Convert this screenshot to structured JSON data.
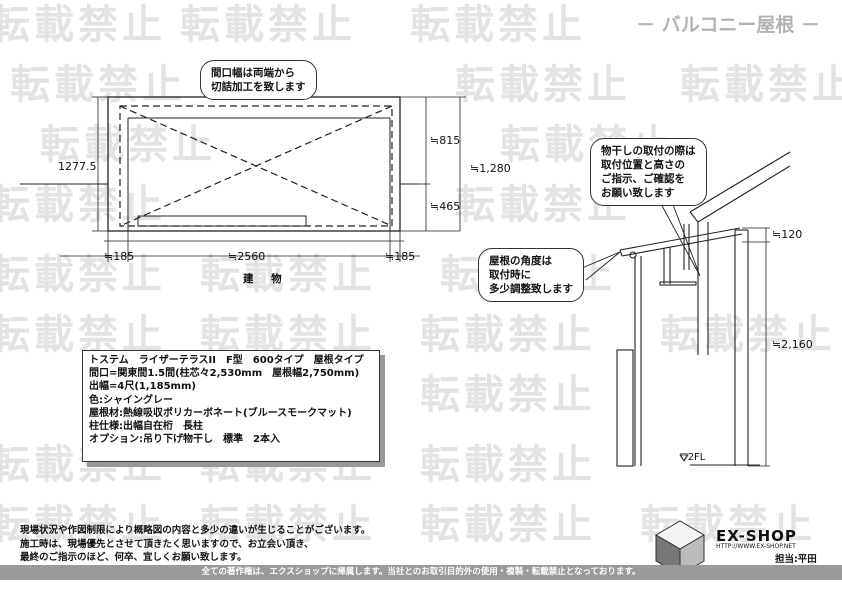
{
  "watermark_text": "転載禁止",
  "title": "－ バルコニー屋根 －",
  "plan_view": {
    "callout": "間口幅は両端から\n切詰加工を致します",
    "dim_left_height": "1277.5",
    "dim_upper_right": "≒815",
    "dim_lower_right": "≒465",
    "dim_total_right": "≒1,280",
    "dim_left_offset": "≒185",
    "dim_width": "≒2560",
    "dim_right_offset": "≒185",
    "building_label": "建 物"
  },
  "side_view": {
    "callout_top": "物干しの取付の際は\n取付位置と高さの\nご指示、ご確認を\nお願い致します",
    "callout_angle": "屋根の角度は\n取付時に\n多少調整致します",
    "dim_top": "≒120",
    "dim_height": "≒2,160",
    "floor_label": "▽2FL"
  },
  "spec": {
    "lines": [
      "トステム　ライザーテラスII　F型　600タイプ　屋根タイプ",
      "間口=関東間1.5間(柱芯々2,530mm　屋根幅2,750mm)",
      "出幅=4尺(1,185mm)",
      "色:シャイングレー",
      "屋根材:熱線吸収ポリカーボネート(ブルースモークマット)",
      "柱仕様:出幅自在桁　長柱",
      "オプション:吊り下げ物干し　標準　2本入"
    ]
  },
  "notes": {
    "lines": [
      "現場状況や作図制限により概略図の内容と多少の違いが生じることがございます。",
      "施工時は、現場優先とさせて頂きたく思いますので、お立会い頂き、",
      "最終のご指示のほど、何卒、宜しくお願い致します。"
    ]
  },
  "footer": "全ての著作権は、エクスショップに帰属します。当社とのお取引目的外の使用・複製・転載禁止となっております。",
  "brand": {
    "logo": "EX-SHOP",
    "url": "HTTP://WWW.EX-SHOP.NET",
    "person": "担当:平田"
  }
}
